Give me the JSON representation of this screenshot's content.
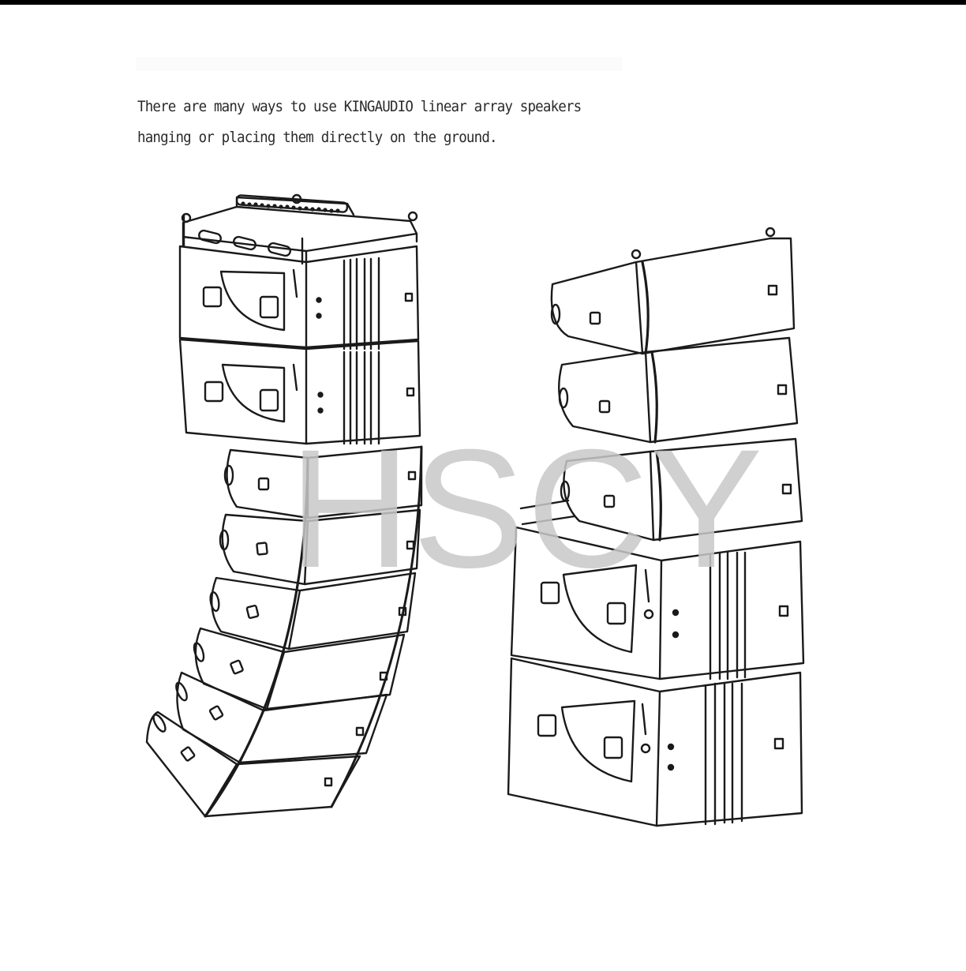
{
  "page": {
    "caption_lines": [
      "There are many ways to use KINGAUDIO linear array speakers",
      "hanging or placing them directly on the ground."
    ],
    "watermark": "HSCY",
    "colors": {
      "background": "#ffffff",
      "top_bar": "#000000",
      "text": "#2a2a2a",
      "line_art": "#1a1a1a",
      "watermark": "#c8c8c8"
    }
  },
  "illustration": {
    "left_array": {
      "description": "Hanging (flown) curved line array with rigging frame on top",
      "subwoofer_cabinets": 2,
      "line_array_cabinets": 6
    },
    "right_array": {
      "description": "Ground-stacked array: line array cabinets on top of subwoofers",
      "line_array_cabinets": 3,
      "subwoofer_cabinets": 2
    }
  }
}
